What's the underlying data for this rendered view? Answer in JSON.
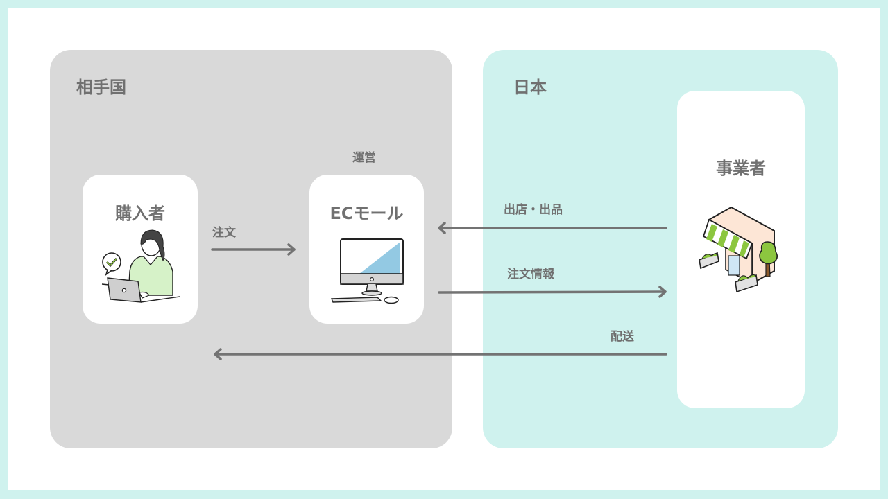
{
  "regions": {
    "foreign": {
      "title": "相手国"
    },
    "japan": {
      "title": "日本"
    }
  },
  "nodes": {
    "buyer": {
      "title": "購入者",
      "icon": "person-at-laptop-icon"
    },
    "ec_mall": {
      "title": "ECモール",
      "caption": "運営",
      "icon": "desktop-computer-icon"
    },
    "business": {
      "title": "事業者",
      "icon": "storefront-icon"
    }
  },
  "edges": [
    {
      "from": "buyer",
      "to": "ec_mall",
      "label": "注文"
    },
    {
      "from": "business",
      "to": "ec_mall",
      "label": "出店・出品"
    },
    {
      "from": "ec_mall",
      "to": "business",
      "label": "注文情報"
    },
    {
      "from": "business",
      "to": "buyer",
      "label": "配送"
    }
  ],
  "colors": {
    "foreign_panel": "#d9d9d9",
    "japan_panel": "#cff2ee",
    "text": "#707070",
    "arrow": "#737373",
    "accent_green": "#8cc63f",
    "screen_blue": "#93c9e3"
  }
}
